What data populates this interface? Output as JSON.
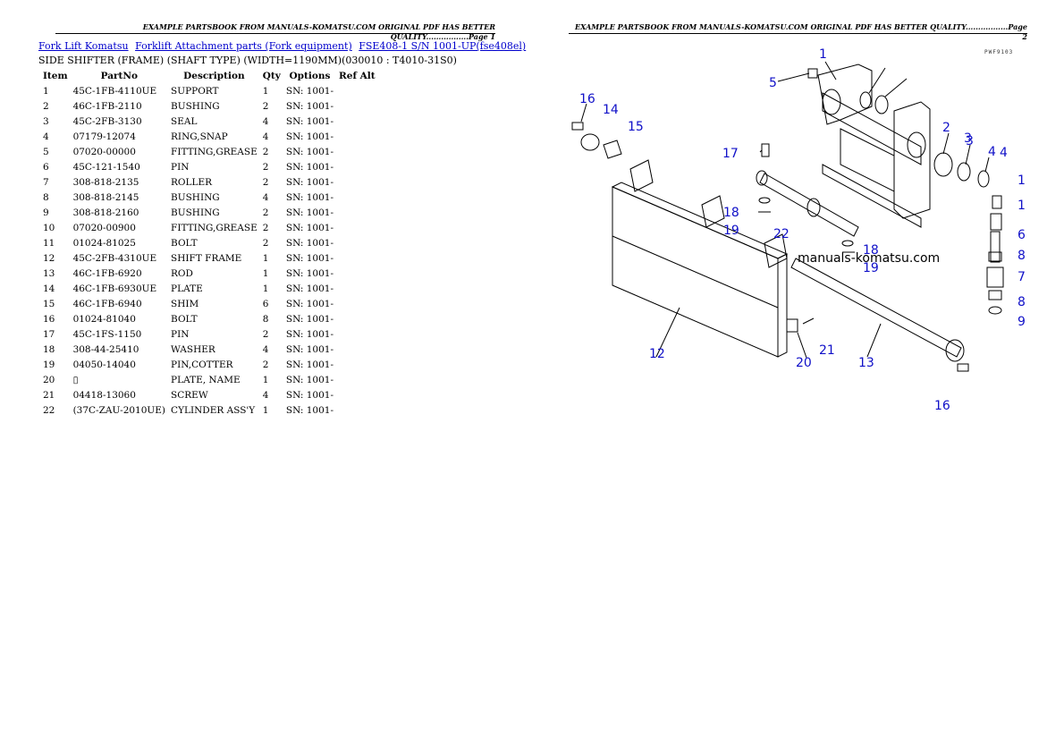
{
  "header": {
    "page1": "EXAMPLE PARTSBOOK FROM MANUALS-KOMATSU.COM ORIGINAL PDF HAS BETTER QUALITY.................Page 1",
    "page2": "EXAMPLE PARTSBOOK FROM MANUALS-KOMATSU.COM ORIGINAL PDF HAS BETTER QUALITY.................Page 2"
  },
  "breadcrumb": {
    "link1": "Fork Lift Komatsu",
    "link2": "Forklift Attachment parts (Fork equipment)",
    "link3": "FSE408-1 S/N 1001-UP(fse408el)"
  },
  "subtitle": "SIDE SHIFTER (FRAME) (SHAFT TYPE) (WIDTH=1190MM)(030010 : T4010-31S0)",
  "table": {
    "headers": [
      "Item",
      "PartNo",
      "Description",
      "Qty",
      "Options",
      "Ref Alt"
    ],
    "rows": [
      [
        "1",
        "45C-1FB-4110UE",
        "SUPPORT",
        "1",
        "SN: 1001-",
        ""
      ],
      [
        "2",
        "46C-1FB-2110",
        "BUSHING",
        "2",
        "SN: 1001-",
        ""
      ],
      [
        "3",
        "45C-2FB-3130",
        "SEAL",
        "4",
        "SN: 1001-",
        ""
      ],
      [
        "4",
        "07179-12074",
        "RING,SNAP",
        "4",
        "SN: 1001-",
        ""
      ],
      [
        "5",
        "07020-00000",
        "FITTING,GREASE",
        "2",
        "SN: 1001-",
        ""
      ],
      [
        "6",
        "45C-121-1540",
        "PIN",
        "2",
        "SN: 1001-",
        ""
      ],
      [
        "7",
        "308-818-2135",
        "ROLLER",
        "2",
        "SN: 1001-",
        ""
      ],
      [
        "8",
        "308-818-2145",
        "BUSHING",
        "4",
        "SN: 1001-",
        ""
      ],
      [
        "9",
        "308-818-2160",
        "BUSHING",
        "2",
        "SN: 1001-",
        ""
      ],
      [
        "10",
        "07020-00900",
        "FITTING,GREASE",
        "2",
        "SN: 1001-",
        ""
      ],
      [
        "11",
        "01024-81025",
        "BOLT",
        "2",
        "SN: 1001-",
        ""
      ],
      [
        "12",
        "45C-2FB-4310UE",
        "SHIFT FRAME",
        "1",
        "SN: 1001-",
        ""
      ],
      [
        "13",
        "46C-1FB-6920",
        "ROD",
        "1",
        "SN: 1001-",
        ""
      ],
      [
        "14",
        "46C-1FB-6930UE",
        "PLATE",
        "1",
        "SN: 1001-",
        ""
      ],
      [
        "15",
        "46C-1FB-6940",
        "SHIM",
        "6",
        "SN: 1001-",
        ""
      ],
      [
        "16",
        "01024-81040",
        "BOLT",
        "8",
        "SN: 1001-",
        ""
      ],
      [
        "17",
        "45C-1FS-1150",
        "PIN",
        "2",
        "SN: 1001-",
        ""
      ],
      [
        "18",
        "308-44-25410",
        "WASHER",
        "4",
        "SN: 1001-",
        ""
      ],
      [
        "19",
        "04050-14040",
        "PIN,COTTER",
        "2",
        "SN: 1001-",
        ""
      ],
      [
        "20",
        "▯",
        "PLATE, NAME",
        "1",
        "SN: 1001-",
        ""
      ],
      [
        "21",
        "04418-13060",
        "SCREW",
        "4",
        "SN: 1001-",
        ""
      ],
      [
        "22",
        "(37C-ZAU-2010UE)",
        "CYLINDER ASS'Y",
        "1",
        "SN: 1001-",
        ""
      ]
    ]
  },
  "diagram": {
    "code": "PWF9103",
    "watermark": "manuals-komatsu.com",
    "callouts": [
      "1",
      "2",
      "3",
      "4",
      "5",
      "16",
      "14",
      "15",
      "17",
      "18",
      "19",
      "22",
      "12",
      "13",
      "20",
      "21",
      "3",
      "4",
      "18",
      "19",
      "16",
      "1",
      "1",
      "6",
      "8",
      "7",
      "8",
      "9"
    ]
  }
}
